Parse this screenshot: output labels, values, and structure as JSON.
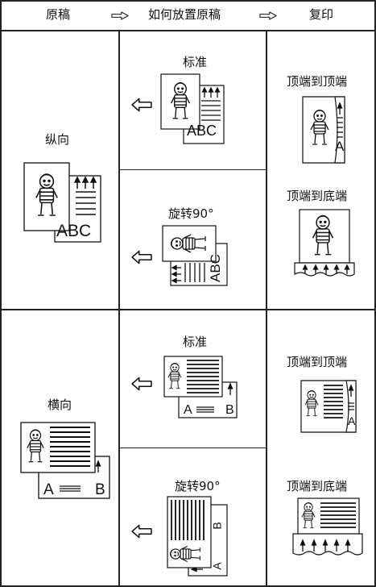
{
  "header": {
    "col1": "原稿",
    "col2": "如何放置原稿",
    "col3": "复印"
  },
  "rows": [
    {
      "orientation": "纵向",
      "placements": [
        {
          "method": "标准",
          "result": "顶端到顶端"
        },
        {
          "method": "旋转90°",
          "result": "顶端到底端"
        }
      ]
    },
    {
      "orientation": "横向",
      "placements": [
        {
          "method": "标准",
          "result": "顶端到顶端"
        },
        {
          "method": "旋转90°",
          "result": "顶端到底端"
        }
      ]
    }
  ],
  "sample_text": {
    "abc": "ABC",
    "a": "A",
    "b": "B"
  }
}
